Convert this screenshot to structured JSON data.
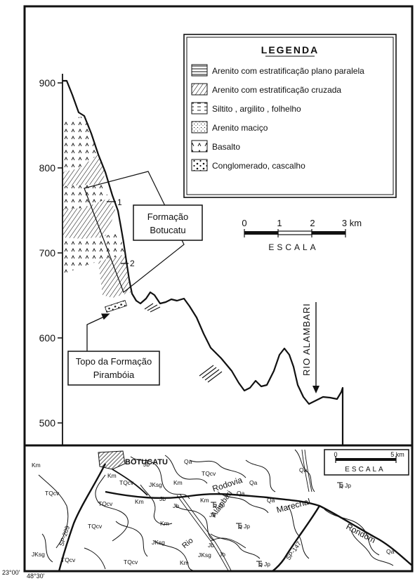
{
  "profile": {
    "y_ticks": [
      "900",
      "800",
      "700",
      "600",
      "500"
    ],
    "legend": {
      "title": "LEGENDA",
      "items": [
        {
          "key": "plano",
          "label": "Arenito com estratificação plano paralela"
        },
        {
          "key": "cruzada",
          "label": "Arenito com estratificação cruzada"
        },
        {
          "key": "siltito",
          "label": "Siltito , argilito , folhelho"
        },
        {
          "key": "macico",
          "label": "Arenito maciço"
        },
        {
          "key": "basalto",
          "label": "Basalto"
        },
        {
          "key": "conglomerado",
          "label": "Conglomerado, cascalho"
        }
      ]
    },
    "formation_label": [
      "Formação",
      "Botucatu"
    ],
    "topo_label": [
      "Topo da Formação",
      "Pirambóia"
    ],
    "river_label": "RIO ALAMBARI",
    "marker_1": "1",
    "marker_2": "2",
    "scale": {
      "ticks": [
        "0",
        "1",
        "2",
        "3 km"
      ],
      "title": "ESCALA"
    }
  },
  "map": {
    "city": "BOTUCATU",
    "scale": {
      "ticks": [
        "0",
        "5 km"
      ],
      "title": "ESCALA"
    },
    "units": [
      {
        "text": "Km"
      },
      {
        "text": "TQcv"
      },
      {
        "text": "Km"
      },
      {
        "text": "Jb"
      },
      {
        "text": "Qa"
      },
      {
        "text": "TQcv"
      },
      {
        "text": "JKsg"
      },
      {
        "text": "Km"
      },
      {
        "text": "TQcv"
      },
      {
        "text": "Km"
      },
      {
        "text": "Jb"
      },
      {
        "text": "Km"
      },
      {
        "text": "TQcv"
      },
      {
        "text": "Km"
      },
      {
        "text": "Jb"
      },
      {
        "text": "Qa"
      },
      {
        "text": "Qa"
      },
      {
        "text": "JKsg"
      },
      {
        "text": "JKsg"
      },
      {
        "text": "TQcv"
      },
      {
        "text": "TQcv"
      },
      {
        "text": "Km"
      },
      {
        "text": "JKsg"
      },
      {
        "text": "Jb"
      },
      {
        "text": "Jb"
      },
      {
        "text": "Qa"
      },
      {
        "text": "TQcv"
      },
      {
        "text": "Qa"
      },
      {
        "text": "Jb"
      },
      {
        "text": "Qa"
      }
    ],
    "triassic_units": [
      {
        "text": "Jp"
      },
      {
        "text": "Jp"
      },
      {
        "text": "Jp"
      },
      {
        "text": "Jp"
      }
    ],
    "road_names": [
      "Rodovia",
      "Marechal",
      "Rondom"
    ],
    "river_names": [
      "Rio",
      "Alambari"
    ],
    "highways": [
      "SP-209",
      "SP-147"
    ]
  },
  "coords": {
    "lat": "23°00'",
    "lon": "48°30'"
  }
}
